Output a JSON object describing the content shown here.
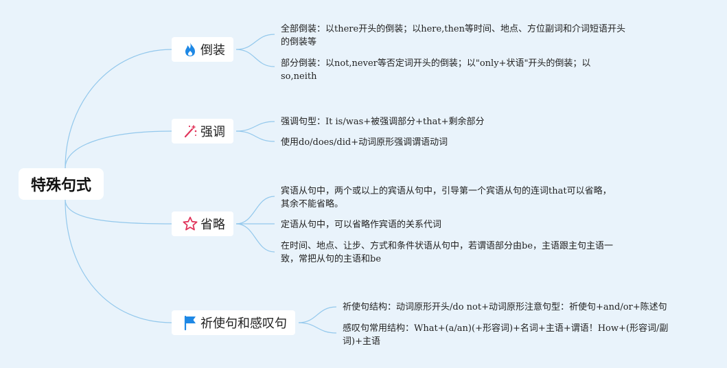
{
  "root": {
    "label": "特殊句式"
  },
  "branches": [
    {
      "label": "倒装",
      "icon": "fire-icon",
      "leaves": [
        "全部倒装：以there开头的倒装；以here,then等时间、地点、方位副词和介词短语开头的倒装等",
        "部分倒装：以not,never等否定词开头的倒装；以\"only+状语\"开头的倒装；以so,neith"
      ]
    },
    {
      "label": "强调",
      "icon": "magic-wand-icon",
      "leaves": [
        "强调句型：It is/was+被强调部分+that+剩余部分",
        "使用do/does/did+动词原形强调谓语动词"
      ]
    },
    {
      "label": "省略",
      "icon": "star-icon",
      "leaves": [
        "宾语从句中，两个或以上的宾语从句中，引导第一个宾语从句的连词that可以省略，其余不能省略。",
        "定语从句中，可以省略作宾语的关系代词",
        "在时间、地点、让步、方式和条件状语从句中，若谓语部分由be，主语跟主句主语一致，常把从句的主语和be"
      ]
    },
    {
      "label": "祈使句和感叹句",
      "icon": "flag-icon",
      "leaves": [
        "祈使句结构：动词原形开头/do not+动词原形注意句型：祈使句+and/or+陈述句",
        "感叹句常用结构：What+(a/an)(+形容词)+名词+主语+谓语！How+(形容词/副词)+主语"
      ]
    }
  ]
}
